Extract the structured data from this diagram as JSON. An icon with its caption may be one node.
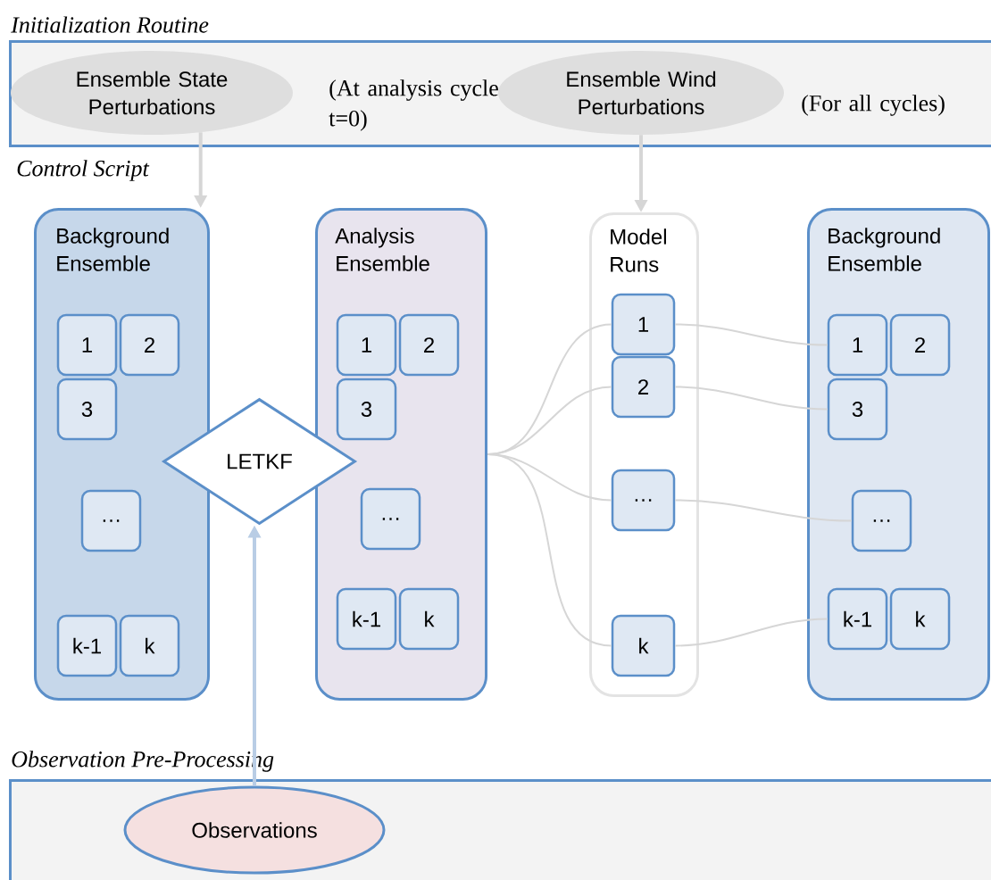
{
  "diagram": {
    "nodes": [
      {
        "text": [
          "Initialization Routine"
        ]
      },
      {
        "text": [
          "Ensemble State Perturbations"
        ],
        "in": 0
      },
      {
        "text": [
          "Ensemble Wind Perturbations"
        ],
        "in": 0
      },
      {
        "text": [
          "Background Ensemble"
        ]
      },
      {
        "text": [
          "1"
        ],
        "in": 3
      },
      {
        "text": [
          "2"
        ],
        "in": 3
      },
      {
        "text": [
          "3"
        ],
        "in": 3
      },
      {
        "text": [
          "…"
        ],
        "in": 3
      },
      {
        "text": [
          "k-1"
        ],
        "in": 3
      },
      {
        "text": [
          "k"
        ],
        "in": 3
      },
      {
        "text": [
          "LETKF"
        ]
      },
      {
        "text": [
          "Analysis Ensemble"
        ]
      },
      {
        "text": [
          "1"
        ],
        "in": 11
      },
      {
        "text": [
          "2"
        ],
        "in": 11
      },
      {
        "text": [
          "3"
        ],
        "in": 11
      },
      {
        "text": [
          "…"
        ],
        "in": 11
      },
      {
        "text": [
          "k-1"
        ],
        "in": 11
      },
      {
        "text": [
          "k"
        ],
        "in": 11
      },
      {
        "text": [
          "Model Runs"
        ]
      },
      {
        "text": [
          "1"
        ],
        "in": 18
      },
      {
        "text": [
          "2"
        ],
        "in": 18
      },
      {
        "text": [
          "…"
        ],
        "in": 18
      },
      {
        "text": [
          "k"
        ],
        "in": 18
      },
      {
        "text": [
          "Background Ensemble"
        ]
      },
      {
        "text": [
          "1"
        ],
        "in": 23
      },
      {
        "text": [
          "2"
        ],
        "in": 23
      },
      {
        "text": [
          "3"
        ],
        "in": 23
      },
      {
        "text": [
          "…"
        ],
        "in": 23
      },
      {
        "text": [
          "k-1"
        ],
        "in": 23
      },
      {
        "text": [
          "k"
        ],
        "in": 23
      },
      {
        "text": [
          "Observation Pre-Processing"
        ]
      },
      {
        "text": [
          "Observations"
        ],
        "in": 30
      }
    ],
    "edges": [
      {
        "from": 1,
        "to": 3,
        "arrow": "to",
        "style": "thick"
      },
      {
        "from": 2,
        "to": 18,
        "arrow": "to",
        "style": "thick"
      },
      {
        "from": 31,
        "to": 10,
        "arrow": "to",
        "style": "thick",
        "color": "#b9cde5"
      },
      {
        "from": 11,
        "to": 19,
        "arrow": "none"
      },
      {
        "from": 11,
        "to": 20,
        "arrow": "none"
      },
      {
        "from": 11,
        "to": 21,
        "arrow": "none"
      },
      {
        "from": 11,
        "to": 22,
        "arrow": "none"
      },
      {
        "from": 19,
        "to": 24,
        "arrow": "none"
      },
      {
        "from": 20,
        "to": 26,
        "arrow": "none"
      },
      {
        "from": 21,
        "to": 27,
        "arrow": "none"
      },
      {
        "from": 22,
        "to": 28,
        "arrow": "none"
      }
    ],
    "labels": [
      "(At analysis cycle t=0)",
      "(For all cycles)",
      "Control Script"
    ]
  }
}
